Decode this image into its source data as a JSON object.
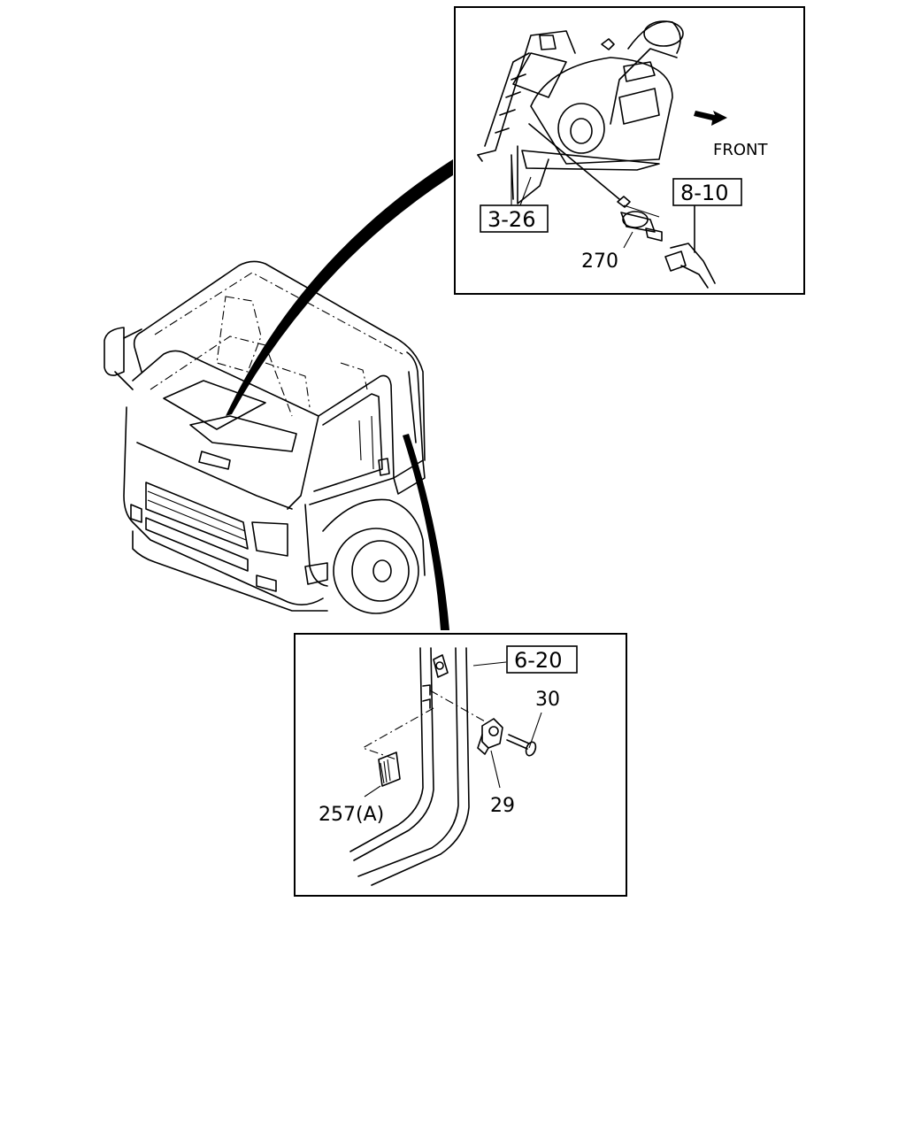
{
  "top_inset": {
    "front_label": "FRONT",
    "refs": [
      "3-26",
      "8-10"
    ],
    "callouts": [
      "270"
    ]
  },
  "bottom_inset": {
    "refs": [
      "6-20"
    ],
    "callouts": [
      "30",
      "29",
      "257(A)"
    ]
  }
}
